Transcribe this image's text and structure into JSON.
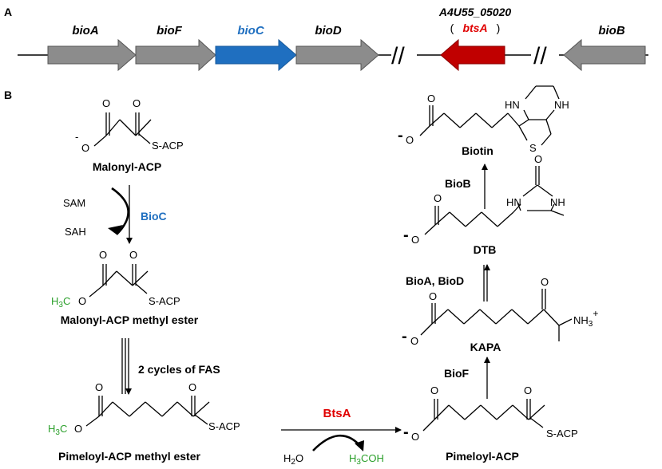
{
  "panel_a": {
    "label": "A",
    "genes": [
      {
        "name": "bioA",
        "color": "#8c8c8c"
      },
      {
        "name": "bioF",
        "color": "#8c8c8c"
      },
      {
        "name": "bioC",
        "color": "#1f6fc0"
      },
      {
        "name": "bioD",
        "color": "#8c8c8c"
      },
      {
        "name": "btsA",
        "color": "#c00000"
      },
      {
        "name": "bioB",
        "color": "#8c8c8c"
      }
    ],
    "locus_tag": "A4U55_05020",
    "paren_open": "(",
    "paren_close": ")",
    "break_mark": "//"
  },
  "panel_b": {
    "label": "B",
    "compounds": {
      "malonyl_acp": "Malonyl-ACP",
      "malonyl_acp_methyl_ester": "Malonyl-ACP methyl ester",
      "pimeloyl_acp_methyl_ester": "Pimeloyl-ACP methyl ester",
      "pimeloyl_acp": "Pimeloyl-ACP",
      "kapa": "KAPA",
      "dtb": "DTB",
      "biotin": "Biotin"
    },
    "enzymes": {
      "bioc": "BioC",
      "fas": "2 cycles of FAS",
      "btsa": "BtsA",
      "biof": "BioF",
      "bioa_biod": "BioA, BioD",
      "biob": "BioB"
    },
    "cofactors": {
      "sam": "SAM",
      "sah": "SAH",
      "h2o": "H",
      "h2o_sub": "2",
      "h2o_end": "O",
      "methanol": "H",
      "methanol_sub": "3",
      "methanol_end": "COH"
    },
    "atoms": {
      "o": "O",
      "minus": "-",
      "s_acp": "S-ACP",
      "h3c": "H",
      "h3c_sub": "3",
      "h3c_end": "C",
      "hn": "HN",
      "nh": "NH",
      "s": "S",
      "nh3": "NH",
      "nh3_sub": "3",
      "nh3_sup": "+"
    },
    "colors": {
      "bioc": "#1f6fc0",
      "btsa": "#e00000",
      "methyl": "#2ca02c"
    }
  }
}
